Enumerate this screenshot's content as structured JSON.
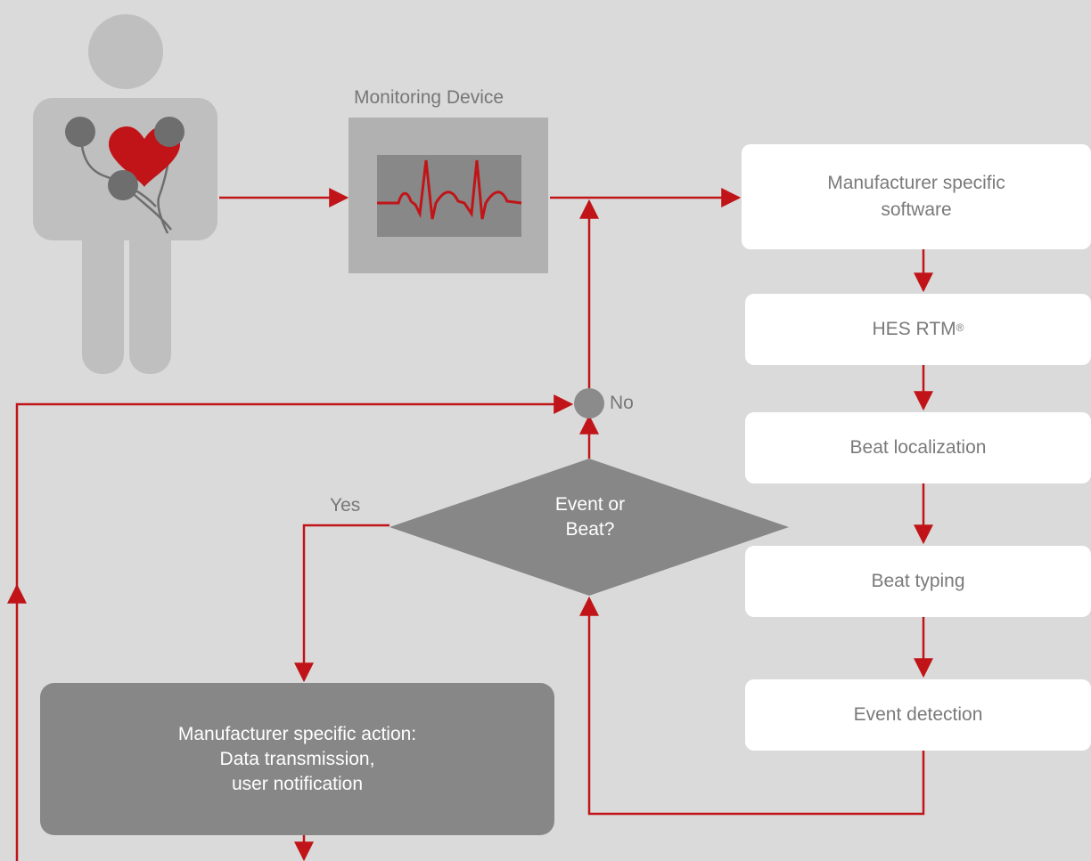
{
  "device": {
    "label": "Monitoring Device"
  },
  "steps": [
    {
      "label": "Manufacturer specific software"
    },
    {
      "label": "HES RTM",
      "sup": "®"
    },
    {
      "label": "Beat localization"
    },
    {
      "label": "Beat typing"
    },
    {
      "label": "Event detection"
    }
  ],
  "decision": {
    "line1": "Event or",
    "line2": "Beat?",
    "yes_label": "Yes",
    "no_label": "No"
  },
  "action": {
    "line1": "Manufacturer specific action:",
    "line2": "Data transmission,",
    "line3": "user notification"
  },
  "colors": {
    "arrow": "#c01418",
    "heart": "#c01418",
    "figure": "#bfbfbf",
    "electrode": "#6e6e6e",
    "monitor_frame": "#b1b1b1",
    "monitor_screen": "#888888",
    "box": "#ffffff",
    "dark_box": "#878787",
    "background": "#dadada"
  }
}
